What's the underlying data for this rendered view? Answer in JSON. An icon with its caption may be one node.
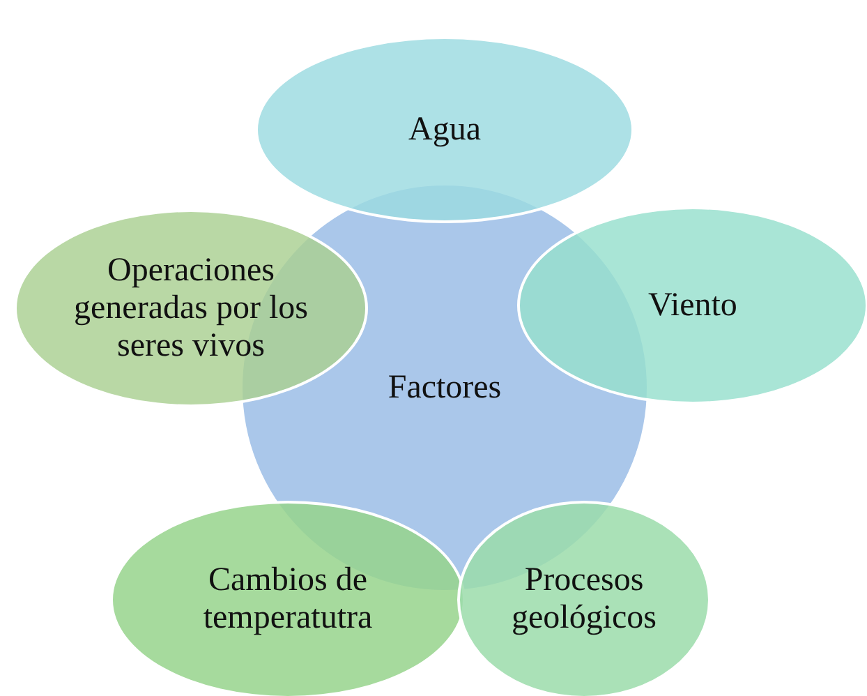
{
  "diagram": {
    "nodes": [
      {
        "text": [
          "Agua"
        ]
      },
      {
        "text": [
          "Operaciones generadas por los seres vivos"
        ]
      },
      {
        "text": [
          "Factores"
        ]
      },
      {
        "text": [
          "Viento"
        ]
      },
      {
        "text": [
          "Cambios de temperatutra"
        ]
      },
      {
        "text": [
          "Procesos geológicos"
        ]
      }
    ]
  }
}
